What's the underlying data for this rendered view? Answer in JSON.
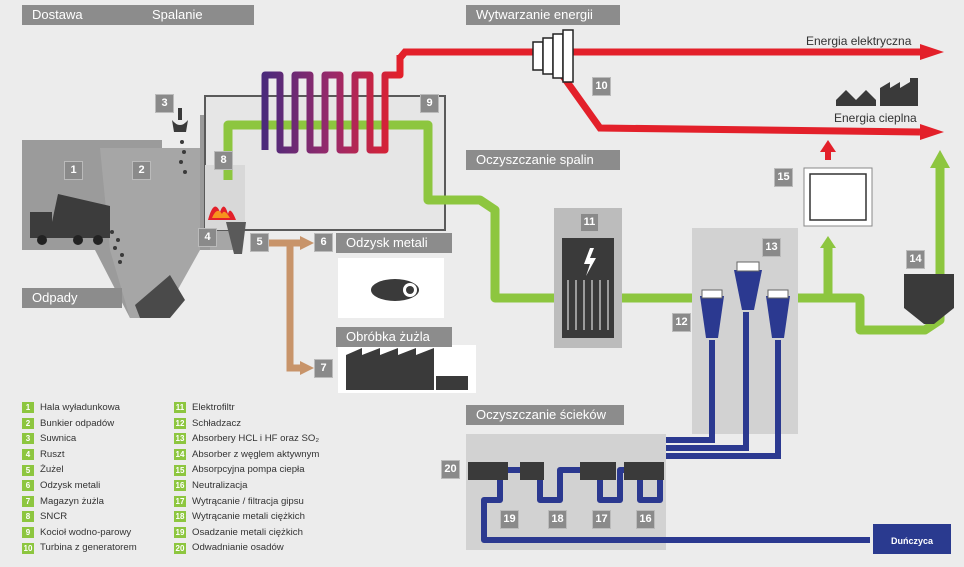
{
  "banners": {
    "dostawa": "Dostawa",
    "spalanie": "Spalanie",
    "wytwarzanie": "Wytwarzanie energii",
    "oczyszczanie_spalin": "Oczyszczanie spalin",
    "odzysk_metali": "Odzysk metali",
    "obrobka_zuzla": "Obróbka żużla",
    "oczyszczanie_sciekow": "Oczyszczanie ścieków",
    "odpady": "Odpady"
  },
  "outputs": {
    "elektryczna": "Energia elektryczna",
    "cieplna": "Energia cieplna",
    "river": "Duńczyca"
  },
  "numbers": {
    "n1": "1",
    "n2": "2",
    "n3": "3",
    "n4": "4",
    "n5": "5",
    "n6": "6",
    "n7": "7",
    "n8": "8",
    "n9": "9",
    "n10": "10",
    "n11": "11",
    "n12": "12",
    "n13": "13",
    "n14": "14",
    "n15": "15",
    "n16": "16",
    "n17": "17",
    "n18": "18",
    "n19": "19",
    "n20": "20"
  },
  "legend_left": [
    {
      "num": "1",
      "label": "Hala wyładunkowa"
    },
    {
      "num": "2",
      "label": "Bunkier odpadów"
    },
    {
      "num": "3",
      "label": "Suwnica"
    },
    {
      "num": "4",
      "label": "Ruszt"
    },
    {
      "num": "5",
      "label": "Żużel"
    },
    {
      "num": "6",
      "label": "Odzysk metali"
    },
    {
      "num": "7",
      "label": "Magazyn żużla"
    },
    {
      "num": "8",
      "label": "SNCR"
    },
    {
      "num": "9",
      "label": "Kocioł wodno-parowy"
    },
    {
      "num": "10",
      "label": "Turbina z generatorem"
    }
  ],
  "legend_right": [
    {
      "num": "11",
      "label": "Elektrofiltr"
    },
    {
      "num": "12",
      "label": "Schładzacz"
    },
    {
      "num": "13",
      "label": "Absorbery HCL i HF oraz SO₂"
    },
    {
      "num": "14",
      "label": "Absorber z węglem aktywnym"
    },
    {
      "num": "15",
      "label": "Absorpcyjna pompa ciepła"
    },
    {
      "num": "16",
      "label": "Neutralizacja"
    },
    {
      "num": "17",
      "label": "Wytrącanie / filtracja gipsu"
    },
    {
      "num": "18",
      "label": "Wytrącanie metali ciężkich"
    },
    {
      "num": "19",
      "label": "Osadzanie metali ciężkich"
    },
    {
      "num": "20",
      "label": "Odwadnianie osadów"
    }
  ],
  "colors": {
    "green_pipe": "#8dc63f",
    "red_pipe": "#e3202a",
    "blue_pipe": "#2b3990",
    "slag_pipe": "#c8946a",
    "banner": "#8c8c8c",
    "building": "#9a9a9a"
  }
}
